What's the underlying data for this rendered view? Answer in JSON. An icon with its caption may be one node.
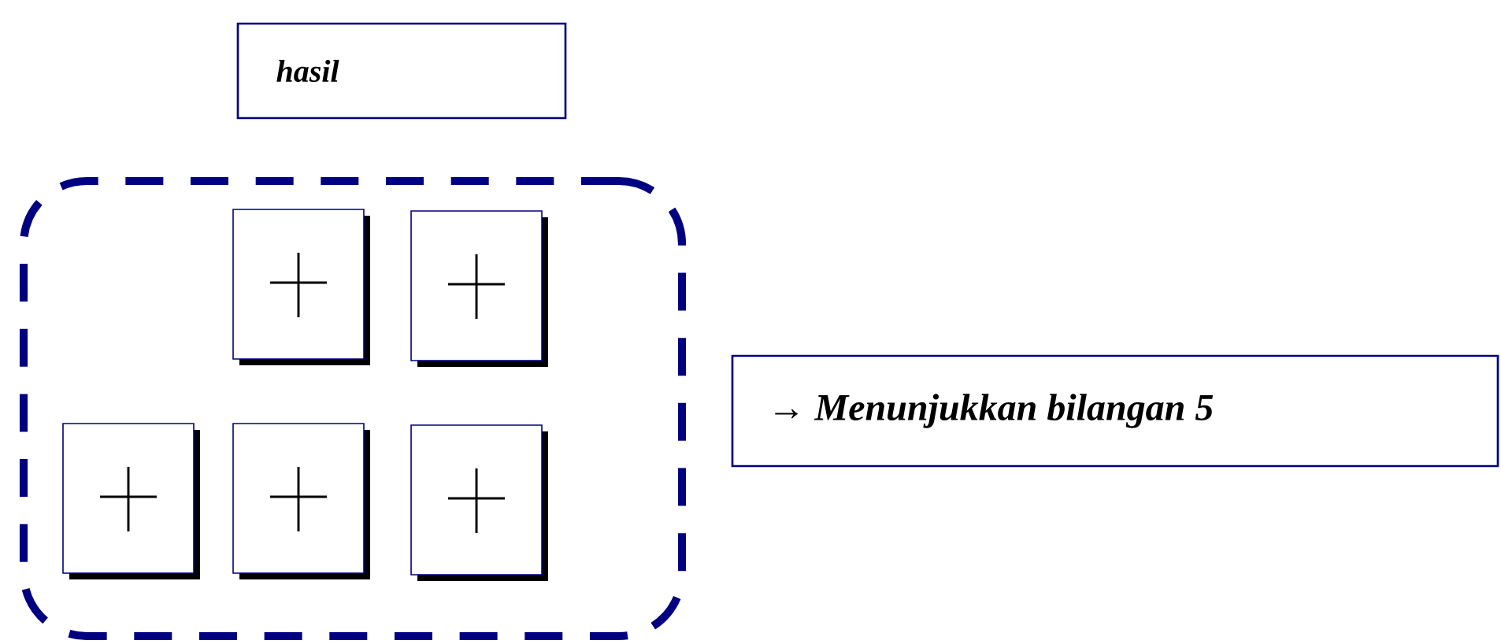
{
  "diagram": {
    "nodes": [
      {
        "text": [
          "hasil"
        ]
      },
      {
        "text": [],
        "shape": "box"
      },
      {
        "text": [],
        "shape": "box",
        "in": 1
      },
      {
        "text": [],
        "shape": "box",
        "in": 1
      },
      {
        "text": [],
        "shape": "box",
        "in": 1
      },
      {
        "text": [],
        "shape": "box",
        "in": 1
      },
      {
        "text": [],
        "shape": "box",
        "in": 1
      },
      {
        "text": [
          "→ Menunjukkan bilangan 5"
        ]
      }
    ]
  }
}
